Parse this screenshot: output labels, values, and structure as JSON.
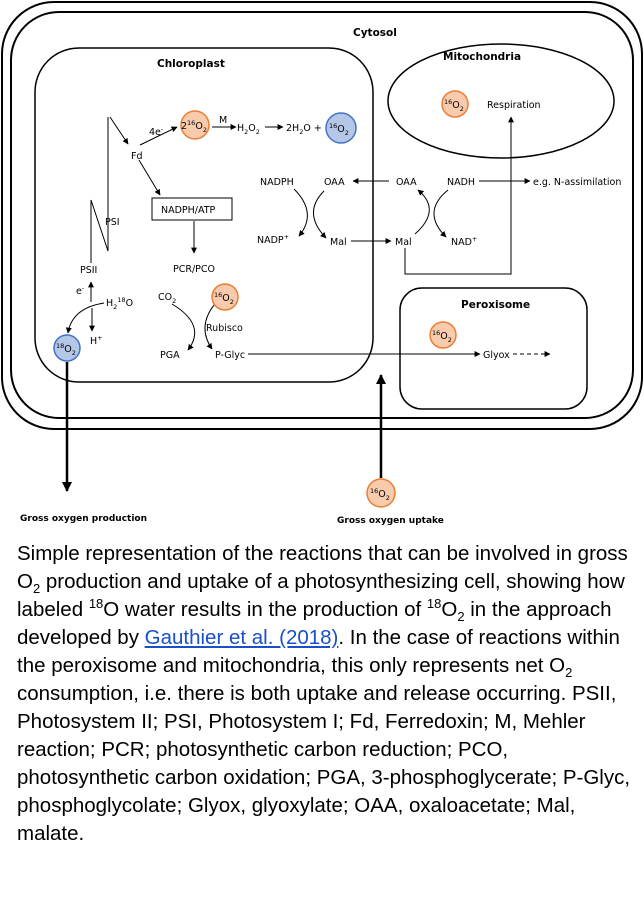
{
  "diagram": {
    "compartments": {
      "cytosol": "Cytosol",
      "chloroplast": "Chloroplast",
      "mitochondria": "Mitochondria",
      "peroxisome": "Peroxisome"
    },
    "nodes": {
      "fd": "Fd",
      "four_e": "4e",
      "e_minus": "e",
      "psi": "PSI",
      "psii": "PSII",
      "h_plus": "H",
      "o2_coefficient": "2",
      "m": "M",
      "nadph_atp": "NADPH/ATP",
      "pcr_pco": "PCR/PCO",
      "rubisco": "Rubisco",
      "pga": "PGA",
      "p_glyc": "P-Glyc",
      "nadph": "NADPH",
      "nadp": "NADP",
      "oaa_left": "OAA",
      "mal_left": "Mal",
      "oaa_right": "OAA",
      "nadh": "NADH",
      "nad": "NAD",
      "mal_right": "Mal",
      "n_assimilation": "e.g. N-assimilation",
      "respiration": "Respiration",
      "glyox": "Glyox",
      "gross_production": "Gross oxygen production",
      "gross_uptake": "Gross oxygen uptake"
    },
    "colors": {
      "orange_fill": "#f8cbad",
      "orange_stroke": "#ed7d31",
      "blue_fill": "#b4c7e7",
      "blue_stroke": "#4472c4",
      "line": "#000000"
    }
  },
  "caption": {
    "part1": "Simple representation of the reactions that can be involved in gross O",
    "sub1": "2",
    "part2": " production and uptake of a photosynthesizing cell, showing how labeled ",
    "sup1": "18",
    "part3": "O water results in the production of ",
    "sup2": "18",
    "part4": "O",
    "sub2": "2",
    "part5": " in the approach developed by ",
    "link": "Gauthier et al. (2018)",
    "part6": ". In the case of reactions within the peroxisome and mitochondria, this only represents net O",
    "sub3": "2",
    "part7": " consumption, i.e. there is both uptake and release occurring. PSII, Photosystem II; PSI, Photosystem I; Fd, Ferredoxin; M, Mehler reaction; PCR; photosynthetic carbon reduction; PCO, photosynthetic carbon oxidation; PGA, 3-phosphoglycerate; P-Glyc, phosphoglycolate; Glyox, glyoxylate; OAA, oxaloacetate; Mal, malate."
  }
}
